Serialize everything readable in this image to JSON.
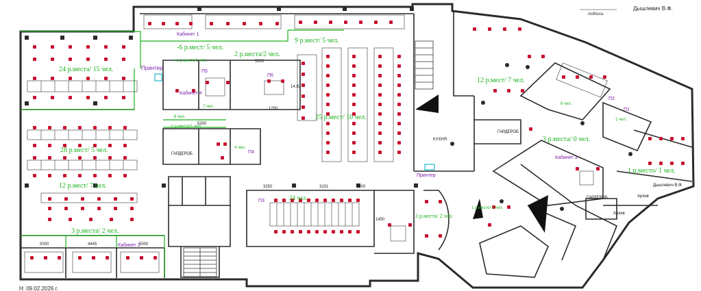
{
  "header": {
    "signatory": "Дышлевич В.Ф.",
    "signature_caption": "подпись"
  },
  "footer": {
    "date": "Н: 09.02.2026 г."
  },
  "zones": [
    "24 р.места/ 15 чел.",
    "-6 р.мест/ 5 чел.",
    "2 р.места/2 чел.",
    "9 р.мест/ 5 чел.",
    "12 р.мест/ 7 чел.",
    "28 р.мест/ 5 чел.",
    "12 р.мест/ 7 чел.",
    "3 р.места/ 2 чел.",
    "25 р.мест/ 10 чел.",
    "24 чел.",
    "3 р.места/ 0 чел.",
    "1 р.место/ 1 чел.",
    "3 р.места/ 2 чел.",
    "+1 р.места/1 чел.",
    "-1 р.места/1 чел.",
    "7 чел.",
    "6 чел.",
    "1 чел.",
    "1 р.место/ 1 чел.",
    "4 чел.",
    "6 чел."
  ],
  "rooms": {
    "cabinet1": "Кабинет 1",
    "cabinet2": "Кабинет 2",
    "cabinet3": "Кабинет 3",
    "cabinet4": "Кабинет 4",
    "p1": "П1",
    "p2": "П2",
    "p3": "П3",
    "p4": "П4",
    "p5": "П5",
    "p6": "П6",
    "wardrobe1": "ГАРДЕРОБ",
    "wardrobe2": "ГАРДЕРОБ",
    "wardrobe3": "ГАРДЕРОБ",
    "kitchen": "КУХНЯ",
    "archive1": "Архив",
    "archive2": "Архив",
    "director": "Дышлевич В.Ф.",
    "printer1": "Принтер",
    "printer2": "Принтер"
  },
  "dimensions": {
    "d1": "5200",
    "d2": "5300",
    "d3": "1250",
    "d4": "3250",
    "d5": "3151",
    "d6": "5000",
    "d7": "5000",
    "d8": "4445",
    "d9": "3400",
    "d10": "1450",
    "d11": "14.82"
  },
  "colors": {
    "walls": "#2a2a2a",
    "thin_lines": "#555555",
    "furniture": "#c8102e",
    "zone_lines": "#1bb01b",
    "rooms": "#7a1fa8",
    "accent_cyan": "#19b7c9"
  }
}
